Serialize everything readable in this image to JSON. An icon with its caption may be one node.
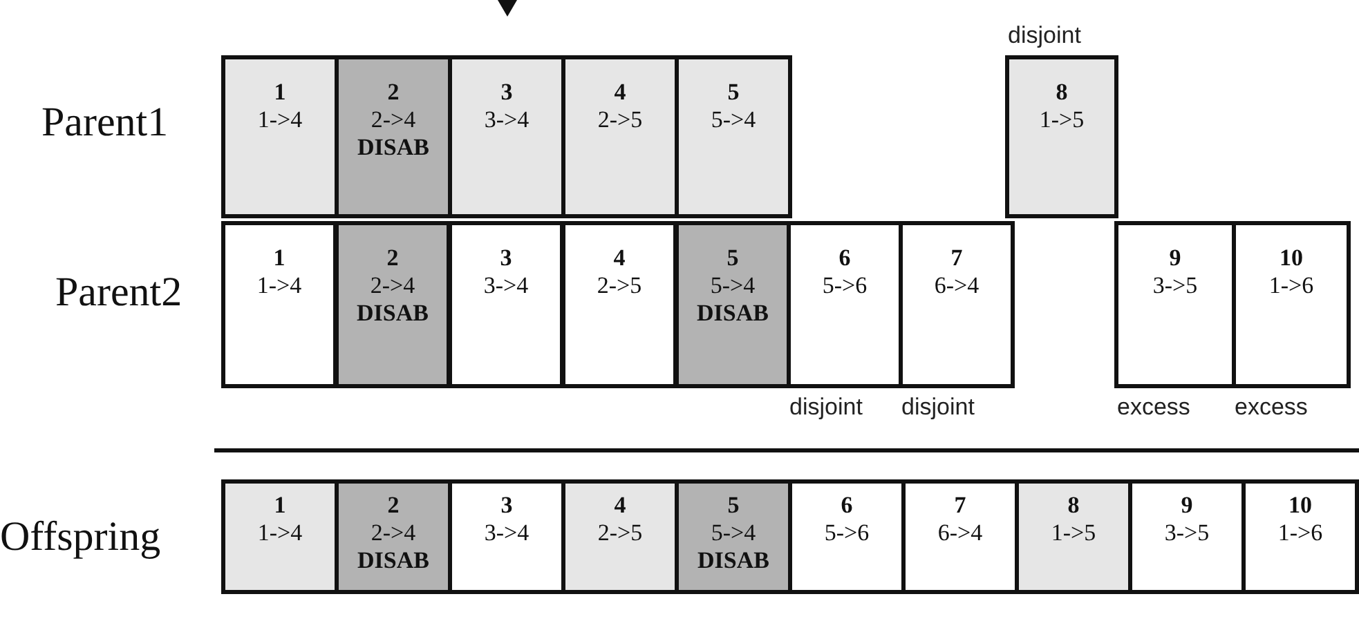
{
  "diagram": {
    "nodes": [
      {
        "text": [
          "1",
          "1->4"
        ]
      },
      {
        "text": [
          "2",
          "2->4",
          "DISAB"
        ]
      },
      {
        "text": [
          "3",
          "3->4"
        ]
      },
      {
        "text": [
          "4",
          "2->5"
        ]
      },
      {
        "text": [
          "5",
          "5->4"
        ]
      },
      {
        "text": [
          "8",
          "1->5"
        ],
        "beside": [
          "disjoint"
        ]
      },
      {
        "text": [
          "1",
          "1->4"
        ]
      },
      {
        "text": [
          "2",
          "2->4",
          "DISAB"
        ]
      },
      {
        "text": [
          "3",
          "3->4"
        ]
      },
      {
        "text": [
          "4",
          "2->5"
        ]
      },
      {
        "text": [
          "5",
          "5->4",
          "DISAB"
        ]
      },
      {
        "text": [
          "6",
          "5->6"
        ],
        "beside": [
          "disjoint"
        ]
      },
      {
        "text": [
          "7",
          "6->4"
        ],
        "beside": [
          "disjoint"
        ]
      },
      {
        "text": [
          "9",
          "3->5"
        ],
        "beside": [
          "excess"
        ]
      },
      {
        "text": [
          "10",
          "1->6"
        ],
        "beside": [
          "excess"
        ]
      },
      {
        "text": [
          "1",
          "1->4"
        ]
      },
      {
        "text": [
          "2",
          "2->4",
          "DISAB"
        ]
      },
      {
        "text": [
          "3",
          "3->4"
        ]
      },
      {
        "text": [
          "4",
          "2->5"
        ]
      },
      {
        "text": [
          "5",
          "5->4",
          "DISAB"
        ]
      },
      {
        "text": [
          "6",
          "5->6"
        ]
      },
      {
        "text": [
          "7",
          "6->4"
        ]
      },
      {
        "text": [
          "8",
          "1->5"
        ]
      },
      {
        "text": [
          "9",
          "3->5"
        ]
      },
      {
        "text": [
          "10",
          "1->6"
        ]
      }
    ],
    "labels": [
      "Parent1",
      "Parent2",
      "Offspring"
    ]
  }
}
